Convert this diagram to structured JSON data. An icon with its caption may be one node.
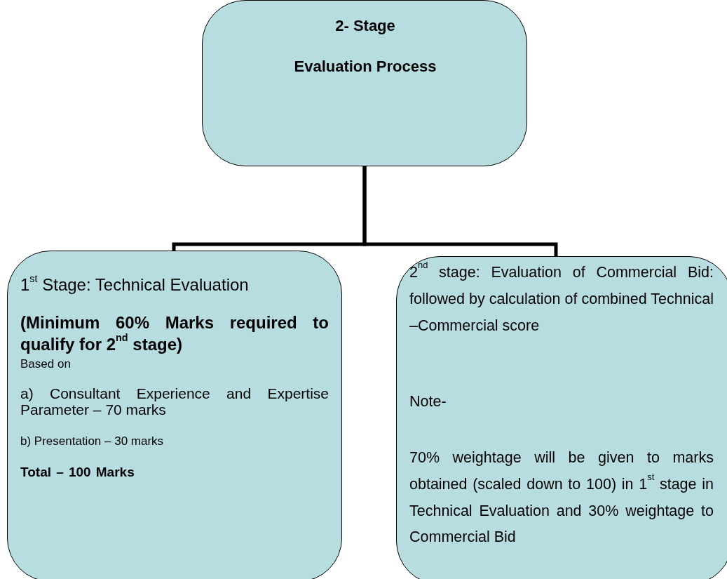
{
  "diagram": {
    "nodes": [
      {
        "text": [
          "2- Stage",
          "Evaluation Process"
        ]
      },
      {
        "text": [
          "1$^{st}$ Stage: Technical Evaluation",
          "(Minimum 60% Marks required to qualify for 2$^{nd}$ stage)",
          "Based on",
          "a) Consultant Experience and Expertise Parameter – 70 marks",
          "b) Presentation – 30 marks",
          "Total – 100 Marks"
        ]
      },
      {
        "text": [
          "2$^{nd}$ stage: Evaluation of Commercial Bid: followed by calculation of combined Technical –Commercial score",
          "Note-",
          "70% weightage will be given to marks obtained (scaled down to 100) in 1$^{st}$ stage in Technical Evaluation and 30% weightage to Commercial Bid"
        ]
      }
    ],
    "edges": [
      {
        "from": 0,
        "to": 1,
        "arrow": "none"
      },
      {
        "from": 0,
        "to": 2,
        "arrow": "none"
      }
    ]
  }
}
